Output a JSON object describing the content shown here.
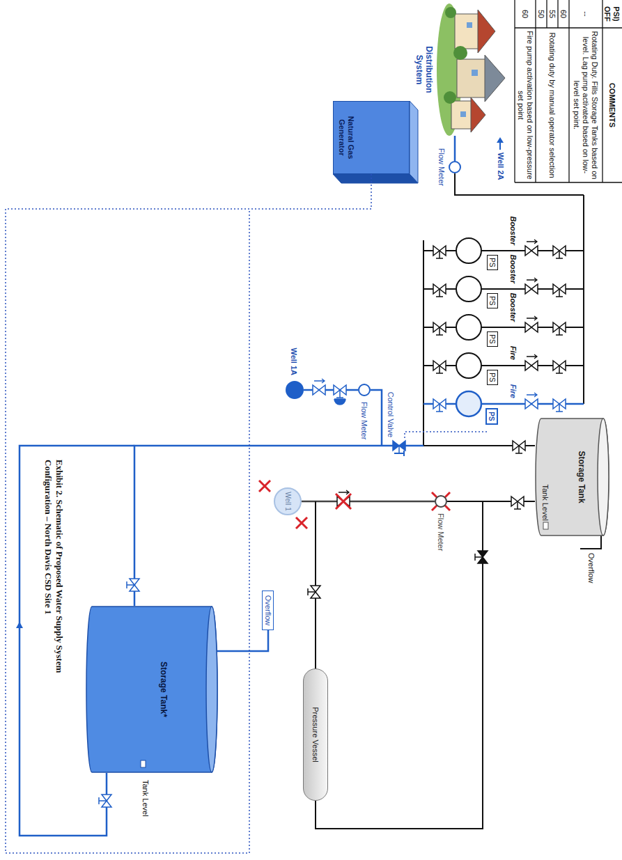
{
  "diagram": {
    "caption": "Exhibit 2. Schematic of Proposed Water Supply System Configuration – North Davis CSD Site 1",
    "nodes": [
      {
        "text": [
          "Distribution System"
        ]
      },
      {
        "text": [
          "Flow Meter"
        ]
      },
      {
        "text": [
          "Natural Gas Generator"
        ]
      },
      {
        "text": [
          "PS"
        ]
      },
      {
        "text": [
          "PS"
        ]
      },
      {
        "text": [
          "PS"
        ]
      },
      {
        "text": [
          "PS"
        ]
      },
      {
        "text": [
          "PS"
        ]
      },
      {
        "text": [
          "Storage Tank",
          "Tank Level"
        ]
      },
      {
        "text": [
          "Pressure Vessel"
        ]
      },
      {
        "text": [
          "Well 1A"
        ]
      },
      {
        "text": [
          "Flow Meter"
        ]
      },
      {
        "text": [
          "Well 1"
        ]
      },
      {
        "text": [
          "Flow Meter"
        ]
      },
      {
        "text": [
          "Overflow"
        ]
      },
      {
        "text": [
          "Storage Tank*",
          "Tank Level"
        ]
      }
    ],
    "edges": [
      {
        "from": 10,
        "to": 11,
        "arrow": "none"
      },
      {
        "from": 1,
        "to": 0,
        "arrow": "none"
      },
      {
        "from": 12,
        "to": 13,
        "arrow": "none"
      }
    ],
    "labels": [
      "Well 2A",
      "Overflow",
      "Booster",
      "Booster",
      "Booster",
      "Fire",
      "Fire",
      "Control Valve",
      "PSI)",
      "OFF",
      "COMMENTS",
      "--",
      "Rotating Duty. Fills Storage Tanks based on level. Lag pump activated based on low-level set point.",
      "60",
      "55",
      "50",
      "Rotating duty by manual operator selection",
      "60",
      "Fire pump activation based on low-pressure set point"
    ]
  }
}
